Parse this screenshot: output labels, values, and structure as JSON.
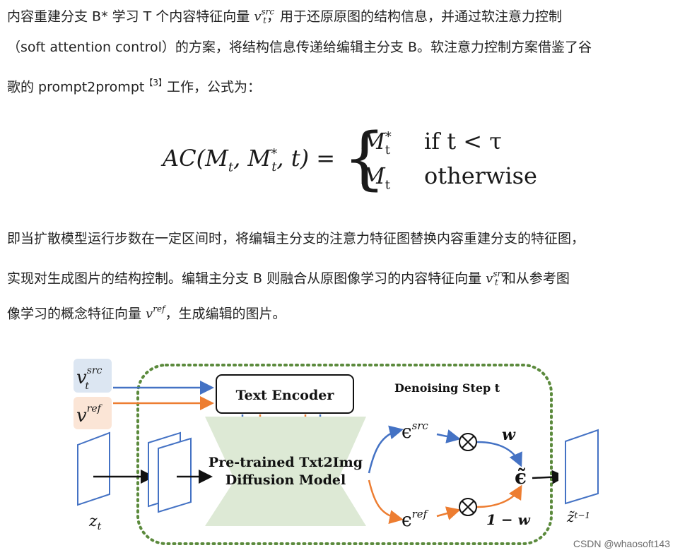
{
  "para1": {
    "l1a": "内容重建分支 B* 学习 T 个内容特征向量 ",
    "l1_var": "v",
    "l1_sup": "src",
    "l1_sub": "t",
    "l1b": "，用于还原原图的结构信息，并通过软注意力控制",
    "l2": "（soft attention control）的方案，将结构信息传递给编辑主分支 B。软注意力控制方案借鉴了谷",
    "l3a": "歌的 prompt2prompt",
    "l3_cite": "【3】",
    "l3b": "工作，公式为："
  },
  "formula": {
    "lhs": "AC(M",
    "lhs_t": "t",
    "lhs_mid": ", M",
    "lhs_star": "*",
    "lhs_end": ", t) =",
    "case1": "M",
    "case1_star": "*",
    "case1_sub": "t",
    "cond1": "if t < τ",
    "case2": "M",
    "case2_sub": "t",
    "cond2": "otherwise"
  },
  "para2": {
    "l1": "即当扩散模型运行步数在一定区间时，将编辑主分支的注意力特征图替换内容重建分支的特征图，",
    "l2a": "实现对生成图片的结构控制。编辑主分支 B 则融合从原图像学习的内容特征向量 ",
    "l2_var": "v",
    "l2_sup": "src",
    "l2_sub": "t",
    "l2b": " 和从参考图",
    "l3a": "像学习的概念特征向量 ",
    "l3_var": "v",
    "l3_sup": "ref",
    "l3b": "，生成编辑的图片。"
  },
  "diagram": {
    "v_src_label": "v",
    "v_src_sup": "src",
    "v_src_sub": "t",
    "v_ref_label": "v",
    "v_ref_sup": "ref",
    "text_encoder": "Text Encoder",
    "denoising": "Denoising Step t",
    "model_line1": "Pre-trained Txt2Img",
    "model_line2": "Diffusion Model",
    "eps_src": "ϵ",
    "eps_src_sup": "src",
    "eps_ref": "ϵ",
    "eps_ref_sup": "ref",
    "w": "w",
    "one_minus_w": "1 − w",
    "eps_tilde": "ϵ̃",
    "z_t": "z",
    "z_t_sub": "t",
    "z_prev": "z̃",
    "z_prev_sub": "t−1",
    "colors": {
      "blue": "#4472c4",
      "orange": "#ed7d31",
      "green": "#5b8a3c",
      "model_fill": "#dde9d5",
      "src_bg": "#dce6f2",
      "ref_bg": "#fbe5d6"
    }
  },
  "watermark": "CSDN @whaosoft143"
}
